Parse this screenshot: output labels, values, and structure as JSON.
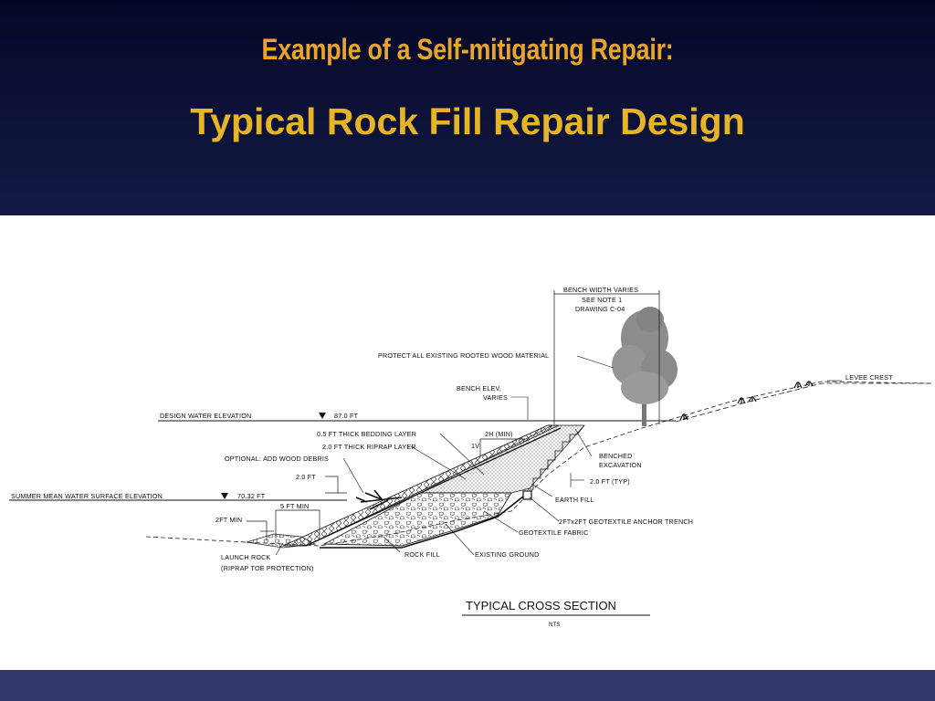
{
  "slide": {
    "title": "Example of a Self-mitigating Repair:",
    "subtitle": "Typical Rock Fill Repair Design"
  },
  "diagram": {
    "labels": {
      "bench_width": "BENCH WIDTH VARIES",
      "see_note": "SEE NOTE 1",
      "drawing": "DRAWING C-04",
      "protect_wood": "PROTECT ALL EXISTING ROOTED WOOD MATERIAL",
      "levee_crest": "LEVEE CREST",
      "bench_elev": "BENCH ELEV,",
      "varies": "VARIES",
      "design_water_elev": "DESIGN WATER ELEVATION",
      "design_water_value": "87.0 FT",
      "bedding_layer": "0.5 FT THICK BEDDING LAYER",
      "riprap_layer": "2.0 FT THICK RIPRAP LAYER",
      "wood_debris": "OPTIONAL: ADD WOOD DEBRIS",
      "two_ft": "2.0 FT",
      "summer_mean": "SUMMER MEAN WATER SURFACE ELEVATION",
      "summer_value": "70.32 FT",
      "five_ft_min": "5 FT MIN",
      "two_ft_min": "2FT MIN",
      "launch_rock": "LAUNCH ROCK",
      "riprap_toe": "(RIPRAP TOE PROTECTION)",
      "rock_fill": "ROCK FILL",
      "existing_ground": "EXISTING GROUND",
      "geotextile_fabric": "GEOTEXTILE FABRIC",
      "anchor_trench": "2FTx2FT GEOTEXTILE ANCHOR TRENCH",
      "earth_fill": "EARTH FILL",
      "two_ft_typ": "2.0 FT (TYP)",
      "benched": "BENCHED",
      "excavation": "EXCAVATION",
      "slope_h": "2H (MIN)",
      "slope_v": "1V",
      "cross_section": "TYPICAL CROSS SECTION",
      "nts": "NTS"
    }
  }
}
